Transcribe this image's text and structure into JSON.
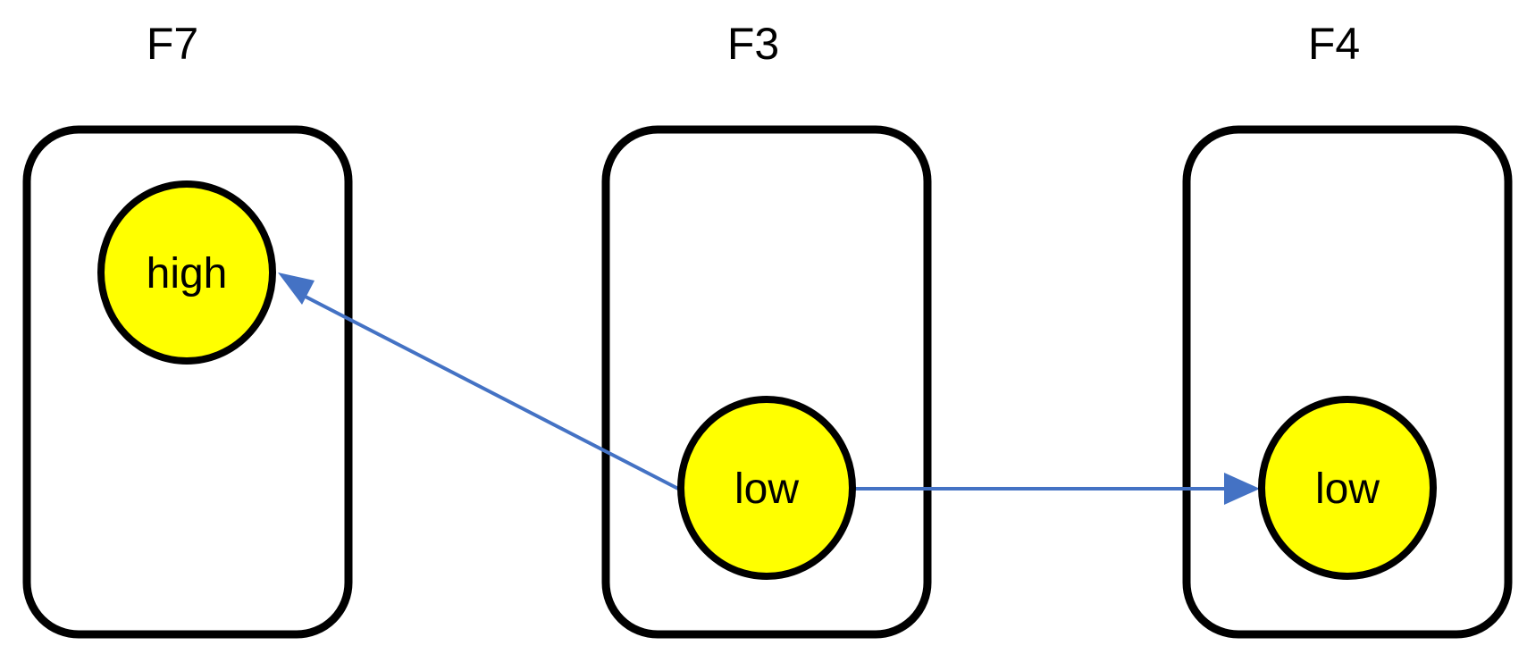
{
  "colors": {
    "node_fill": "#ffff00",
    "node_stroke": "#000000",
    "box_stroke": "#000000",
    "edge": "#4472c4"
  },
  "frames": [
    {
      "id": "f7",
      "label": "F7"
    },
    {
      "id": "f3",
      "label": "F3"
    },
    {
      "id": "f4",
      "label": "F4"
    }
  ],
  "nodes": [
    {
      "id": "f7-node",
      "frame": "f7",
      "label": "high"
    },
    {
      "id": "f3-node",
      "frame": "f3",
      "label": "low"
    },
    {
      "id": "f4-node",
      "frame": "f4",
      "label": "low"
    }
  ],
  "edges": [
    {
      "from": "f3-node",
      "to": "f7-node"
    },
    {
      "from": "f3-node",
      "to": "f4-node"
    }
  ]
}
